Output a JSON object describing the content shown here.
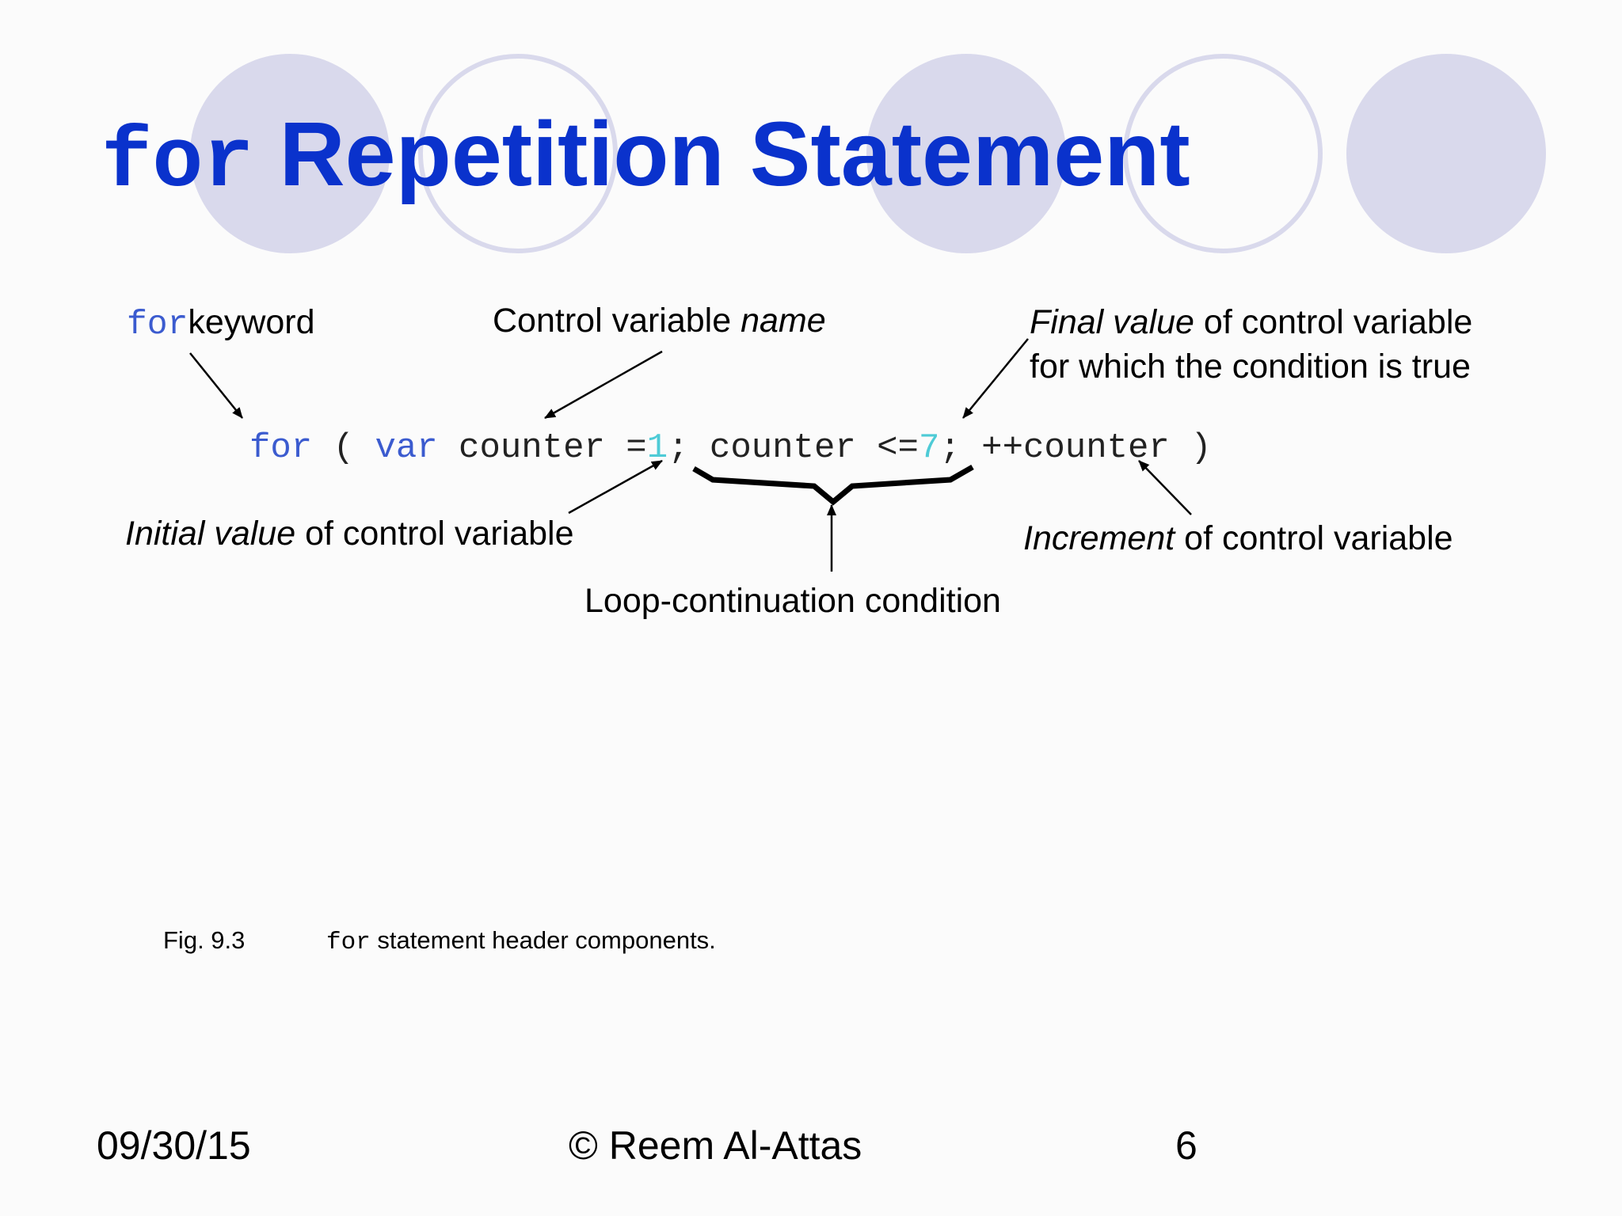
{
  "title": {
    "keyword": "for",
    "rest": "Repetition Statement"
  },
  "code": {
    "kw_for": "for",
    "open": " ( ",
    "kw_var": "var",
    "mid1": " counter =",
    "init": "1",
    "mid2": "; counter <=",
    "final": "7",
    "mid3": "; ++counter )"
  },
  "labels": {
    "for_keyword": {
      "code": "for",
      "text": "keyword"
    },
    "control_var": {
      "text": "Control variable ",
      "italic": "name"
    },
    "final_value": {
      "italic": "Final value",
      "text": " of control variable",
      "line2": "for which the condition is true"
    },
    "initial_value": {
      "italic": "Initial value",
      "text": " of control variable"
    },
    "increment": {
      "italic": "Increment",
      "text": " of control variable"
    },
    "loop_cond": {
      "text": "Loop-continuation condition"
    }
  },
  "caption": {
    "fig": "Fig. 9.3",
    "code": "for",
    "text": " statement header components."
  },
  "footer": {
    "date": "09/30/15",
    "author": "© Reem Al-Attas",
    "page": "6"
  },
  "colors": {
    "title": "#0a32cc",
    "keyword": "#3b5bcf",
    "number": "#4ecbd6",
    "circle": "#d9d9ec"
  }
}
